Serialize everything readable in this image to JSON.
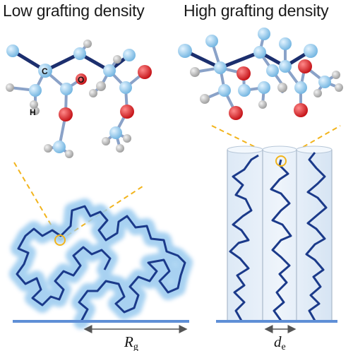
{
  "panels": {
    "left": {
      "title": "Low grafting density"
    },
    "right": {
      "title": "High grafting density"
    }
  },
  "atom_labels": {
    "carbon": "C",
    "oxygen": "O",
    "hydrogen": "H"
  },
  "dimensions": {
    "rg": {
      "symbol": "R",
      "subscript": "g"
    },
    "de": {
      "symbol": "d",
      "subscript": "e"
    }
  },
  "colors": {
    "carbon": "#8ec9ec",
    "oxygen": "#e0151b",
    "hydrogen": "#b8b8b8",
    "bond": "#1c2f6e",
    "chain": "#1b3a8a",
    "chain_glow": "#9fcdf0",
    "zoom_line": "#f2b41c",
    "substrate": "#5f8fd6",
    "cylinder": "#e6f0fa"
  }
}
